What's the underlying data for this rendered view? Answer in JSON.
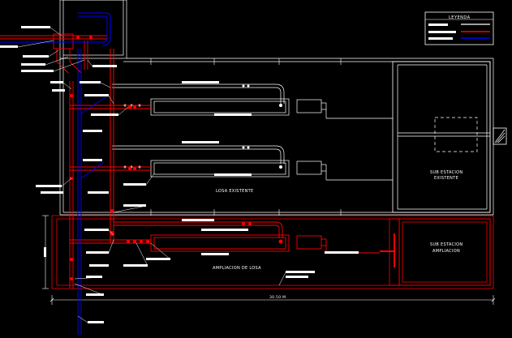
{
  "legend": {
    "title": "LEYENDA"
  },
  "areas": {
    "existing_slab": "LOSA EXISTENTE",
    "slab_extension": "AMPLIACION DE LOSA",
    "existing_substation": [
      "SUB ESTACION",
      "EXISTENTE"
    ],
    "extension_substation": [
      "SUB ESTACION",
      "AMPLIACION"
    ]
  },
  "dimensions": {
    "overall_width": "30.50 M"
  },
  "colors": {
    "background": "#000000",
    "existing": "#ffffff",
    "new": "#ff0000",
    "supply": "#0000ff",
    "label_bar": "#ffffff"
  }
}
